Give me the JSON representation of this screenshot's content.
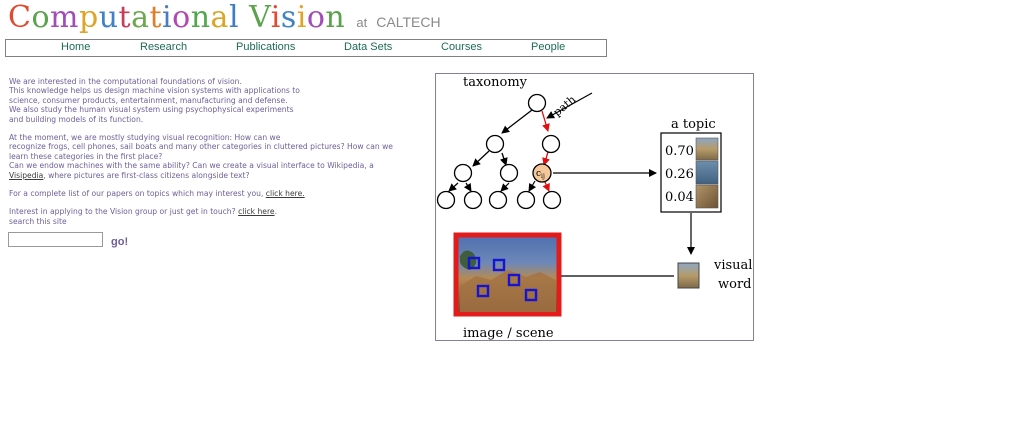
{
  "header": {
    "title_letters": [
      {
        "ch": "C",
        "color": "#e04a2f"
      },
      {
        "ch": "o",
        "color": "#5aa34b"
      },
      {
        "ch": "m",
        "color": "#a24cb8"
      },
      {
        "ch": "p",
        "color": "#e0a42a"
      },
      {
        "ch": "u",
        "color": "#3f83c7"
      },
      {
        "ch": "t",
        "color": "#c93c5a"
      },
      {
        "ch": "a",
        "color": "#6aa84f"
      },
      {
        "ch": "t",
        "color": "#e07f2a"
      },
      {
        "ch": "i",
        "color": "#4a7bc0"
      },
      {
        "ch": "o",
        "color": "#b04ab2"
      },
      {
        "ch": "n",
        "color": "#53a64d"
      },
      {
        "ch": "a",
        "color": "#d9a626"
      },
      {
        "ch": "l",
        "color": "#3c7fc4"
      },
      {
        "ch": " ",
        "color": "#000000"
      },
      {
        "ch": "V",
        "color": "#5aa34b"
      },
      {
        "ch": "i",
        "color": "#e04a2f"
      },
      {
        "ch": "s",
        "color": "#3f83c7"
      },
      {
        "ch": "i",
        "color": "#e0a42a"
      },
      {
        "ch": "o",
        "color": "#a24cb8"
      },
      {
        "ch": "n",
        "color": "#5aa34b"
      }
    ],
    "at": "at",
    "caltech": "CALTECH"
  },
  "nav": {
    "items": [
      {
        "label": "Home"
      },
      {
        "label": "Research"
      },
      {
        "label": "Publications"
      },
      {
        "label": "Data Sets"
      },
      {
        "label": "Courses"
      },
      {
        "label": "People"
      }
    ]
  },
  "intro": {
    "p1_l1": "We are interested in the computational foundations of vision.",
    "p1_l2": "This knowledge helps us design machine vision systems with applications to",
    "p1_l3": "science, consumer products, entertainment, manufacturing and defense.",
    "p1_l4": "We also study the human visual system using psychophysical experiments",
    "p1_l5": "and building models of its function.",
    "p2_l1": "At the moment, we are mostly studying visual recognition: How can we",
    "p2_l2": "recognize frogs, cell phones, sail boats and many other categories in cluttered pictures? How can we",
    "p2_l3": "learn these categories in the first place?",
    "p2_l4": "Can we endow machines with the same ability? Can we create a visual interface to Wikipedia, a",
    "p2_l5_link": "Visipedia",
    "p2_l5_rest": ", where pictures are first-class citizens alongside text?",
    "p3_text": "For a complete list of our papers on topics which may interest you, ",
    "p3_link": "click here.",
    "p4_text": "Interest in applying to the Vision group or just get in touch? ",
    "p4_link": "click here",
    "p4_end": ".",
    "search_label": "search this site"
  },
  "search": {
    "value": "",
    "go_label": "go!"
  },
  "figure": {
    "taxonomy": "taxonomy",
    "path": "path",
    "topic": "a topic",
    "topic_values": [
      "0.70",
      "0.26",
      "0.04"
    ],
    "node_label": "c",
    "node_sub": "ij",
    "visual": "visual",
    "word": "word",
    "scene": "image / scene"
  }
}
